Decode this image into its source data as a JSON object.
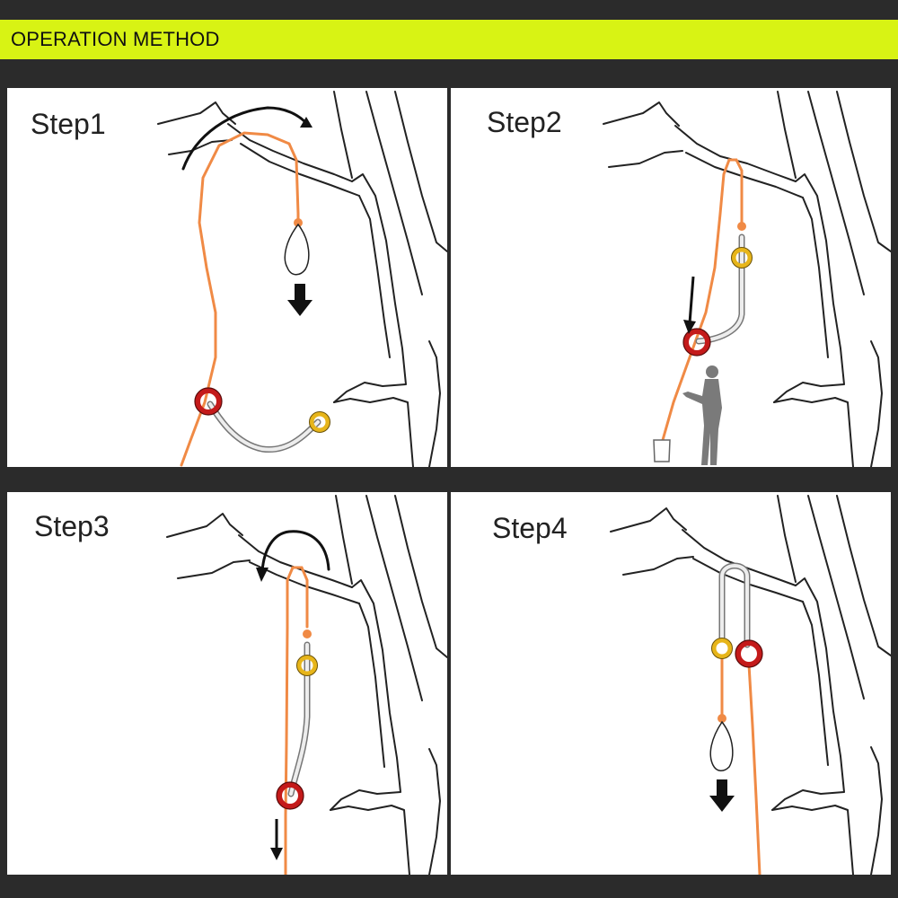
{
  "header": {
    "title": "OPERATION METHOD"
  },
  "steps": [
    {
      "label": "Step1"
    },
    {
      "label": "Step2"
    },
    {
      "label": "Step3"
    },
    {
      "label": "Step4"
    }
  ],
  "colors": {
    "header_band": "#d8f314",
    "rope": "#f08a45",
    "ring_red": "#c41a1a",
    "ring_gold": "#e7b51a",
    "sling": "#d9d9d9",
    "background": "#2b2b2b"
  }
}
